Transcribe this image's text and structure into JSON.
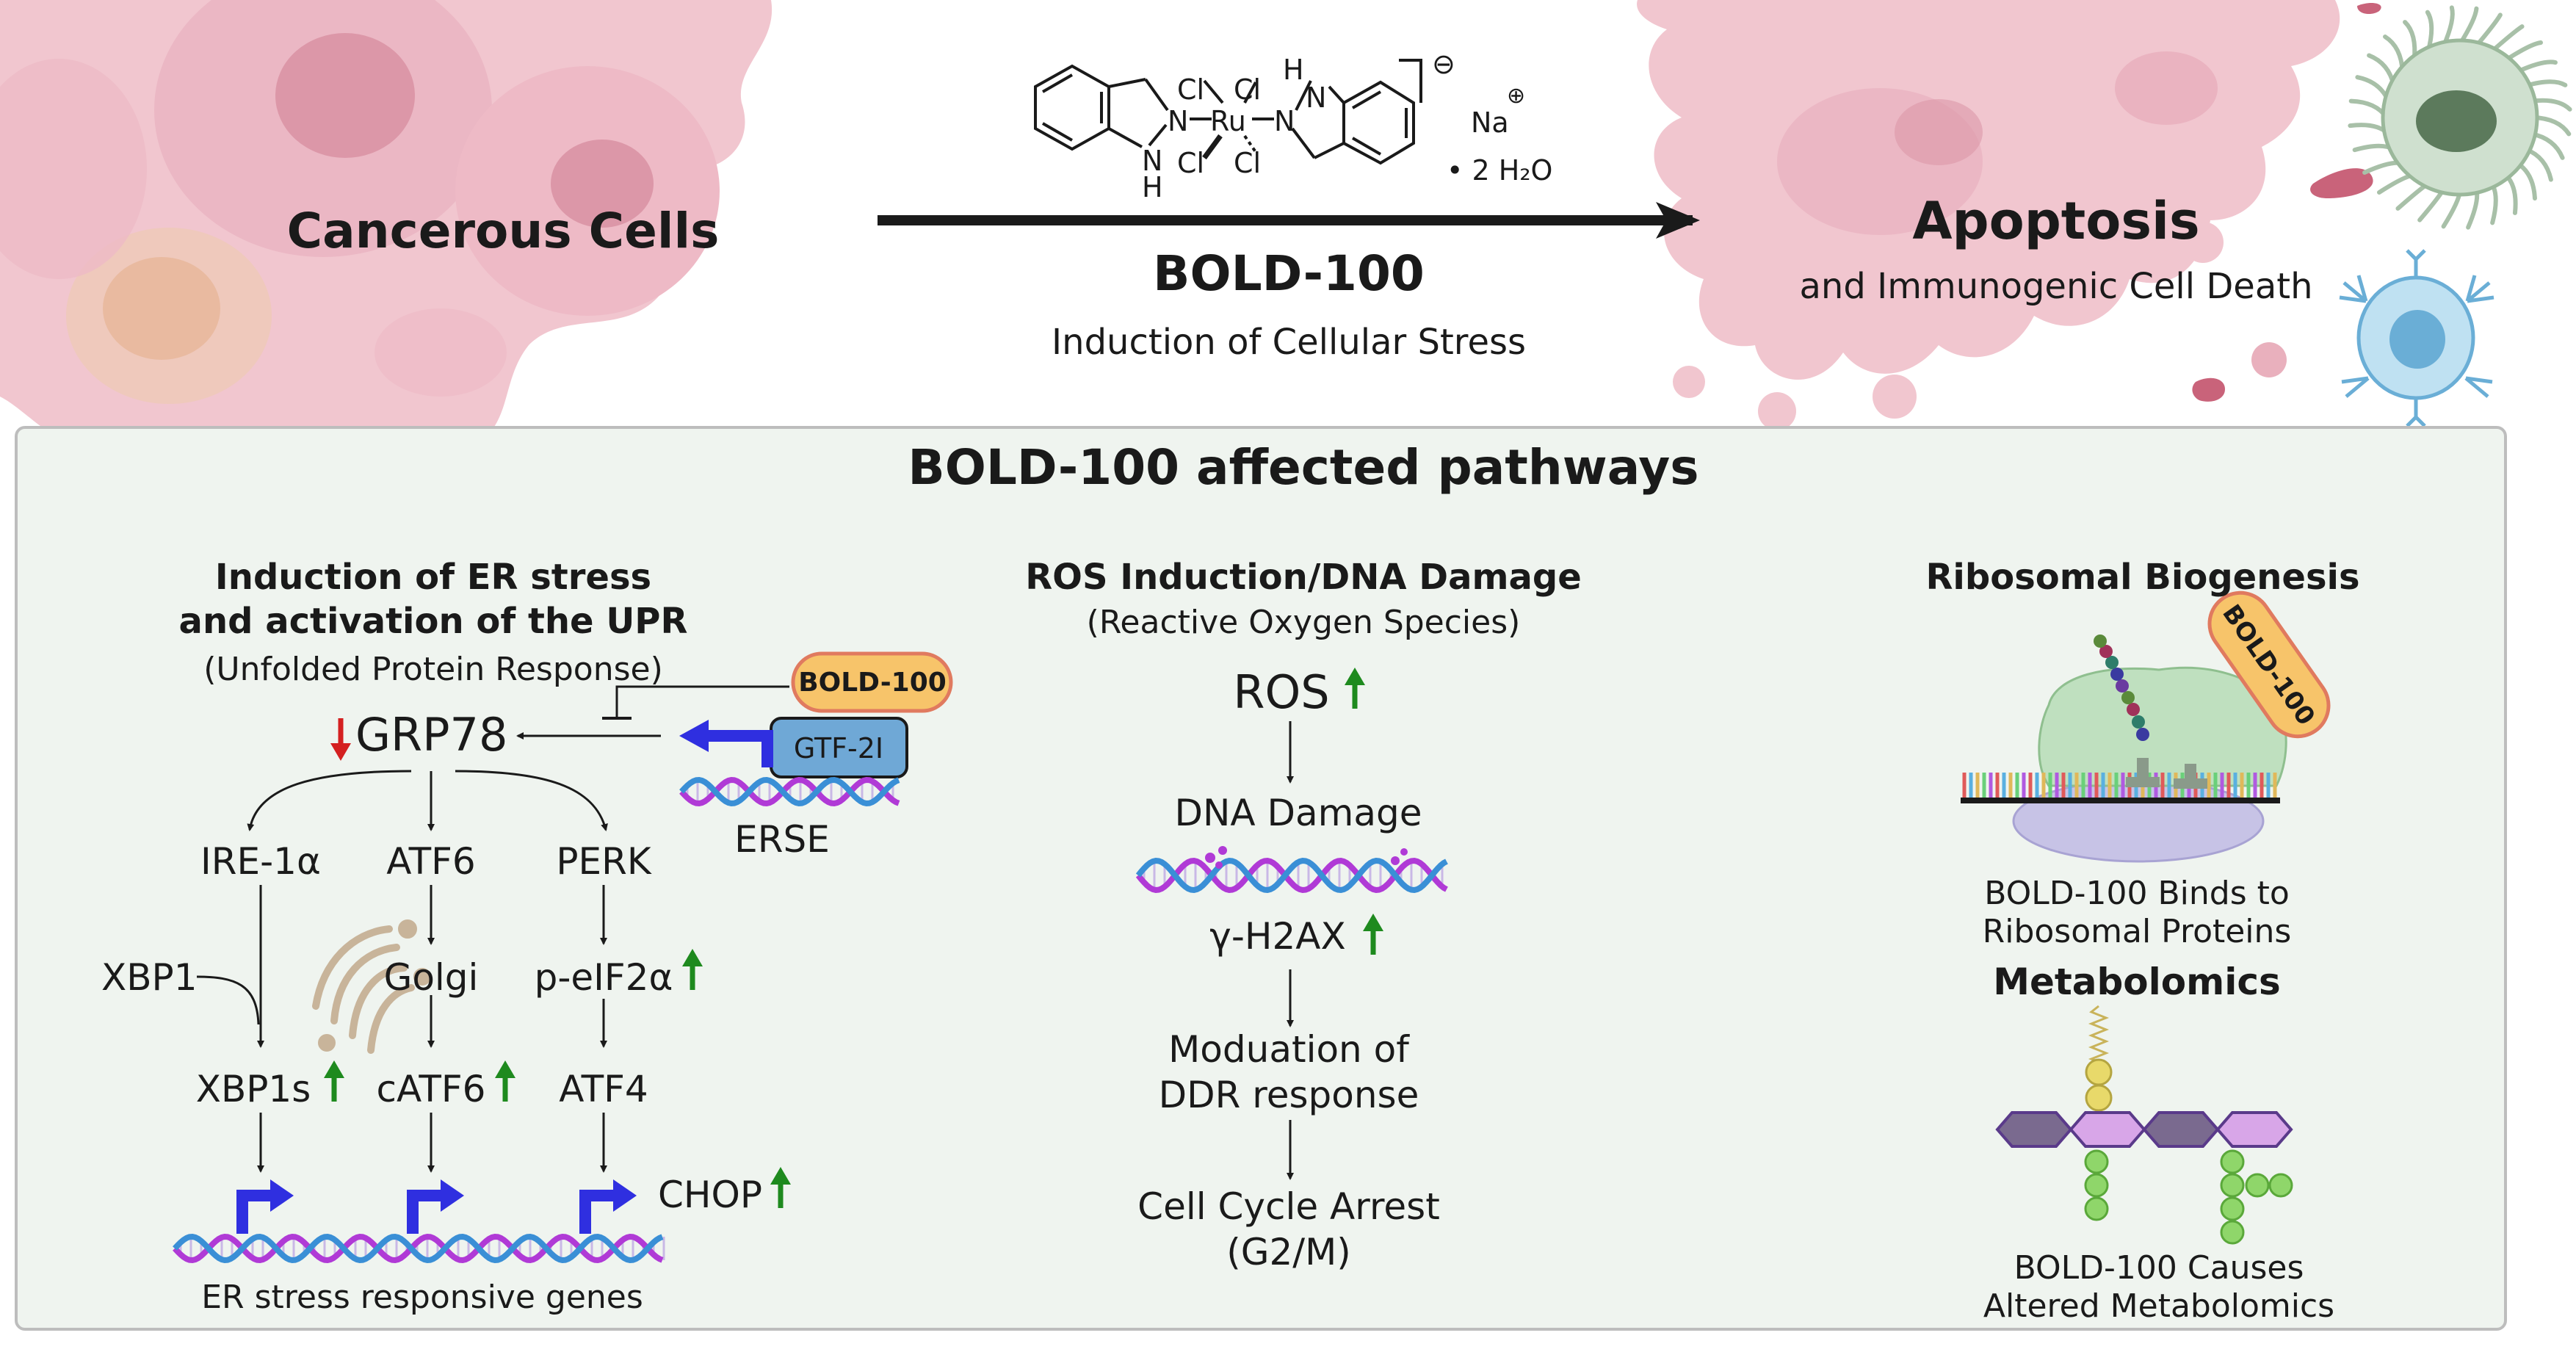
{
  "header": {
    "left_label": "Cancerous Cells",
    "drug_name": "BOLD-100",
    "drug_subtitle": "Induction of Cellular Stress",
    "right_label": "Apoptosis",
    "right_subtitle": "and Immunogenic Cell Death"
  },
  "structure": {
    "cl": "Cl",
    "ru": "Ru",
    "n": "N",
    "h": "H",
    "charge": "⊖",
    "na": "Na",
    "na_charge": "⊕",
    "water": "• 2 H₂O"
  },
  "panel": {
    "title": "BOLD-100 affected pathways"
  },
  "er_section": {
    "title_line1": "Induction of ER stress",
    "title_line2": "and activation of the UPR",
    "subtitle": "(Unfolded Protein Response)",
    "bold_badge": "BOLD-100",
    "grp78": "GRP78",
    "gtf2i": "GTF-2I",
    "erse": "ERSE",
    "ire1a": "IRE-1α",
    "atf6": "ATF6",
    "perk": "PERK",
    "xbp1": "XBP1",
    "golgi": "Golgi",
    "peif2a": "p-eIF2α",
    "xbp1s": "XBP1s",
    "catf6": "cATF6",
    "atf4": "ATF4",
    "chop": "CHOP",
    "footer": "ER stress responsive genes"
  },
  "ros_section": {
    "title": "ROS Induction/DNA Damage",
    "subtitle": "(Reactive Oxygen Species)",
    "ros": "ROS",
    "dna_damage": "DNA Damage",
    "h2ax": "γ-H2AX",
    "modulation_line1": "Moduation of",
    "modulation_line2": "DDR response",
    "arrest_line1": "Cell Cycle Arrest",
    "arrest_line2": "(G2/M)"
  },
  "ribo_section": {
    "title": "Ribosomal Biogenesis",
    "bold_badge": "BOLD-100",
    "caption_line1": "BOLD-100 Binds to",
    "caption_line2": "Ribosomal Proteins",
    "metab_title": "Metabolomics",
    "metab_caption_line1": "BOLD-100 Causes",
    "metab_caption_line2": "Altered Metabolomics"
  },
  "colors": {
    "up_arrow": "#1e8a1e",
    "down_arrow": "#d42020",
    "promoter": "#2f2fe0",
    "dna_a": "#b03ad6",
    "dna_b": "#3a8fd6",
    "badge_fill": "#f7c46a",
    "badge_stroke": "#e07a5f",
    "gtf_fill": "#6fa8d6",
    "cell_pink": "#f1c6cf",
    "panel_fill": "#eff4ef"
  }
}
